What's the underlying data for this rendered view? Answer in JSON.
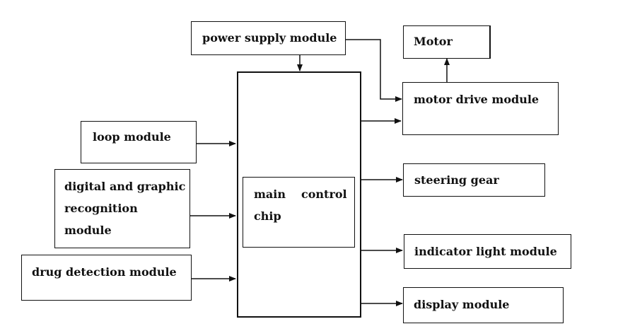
{
  "diagram": {
    "nodes": {
      "power_supply": "power supply module",
      "motor": "Motor",
      "motor_drive": "motor drive module",
      "loop": "loop module",
      "digital_graphic_line1": "digital and graphic",
      "digital_graphic_line2": "recognition",
      "digital_graphic_line3": "module",
      "drug_detection": "drug detection module",
      "main_control_word1": "main",
      "main_control_word2": "control",
      "main_control_word3": "chip",
      "steering_gear": "steering gear",
      "indicator_light": "indicator light module",
      "display": "display module"
    },
    "colors": {
      "stroke": "#111111",
      "background": "#ffffff"
    }
  }
}
